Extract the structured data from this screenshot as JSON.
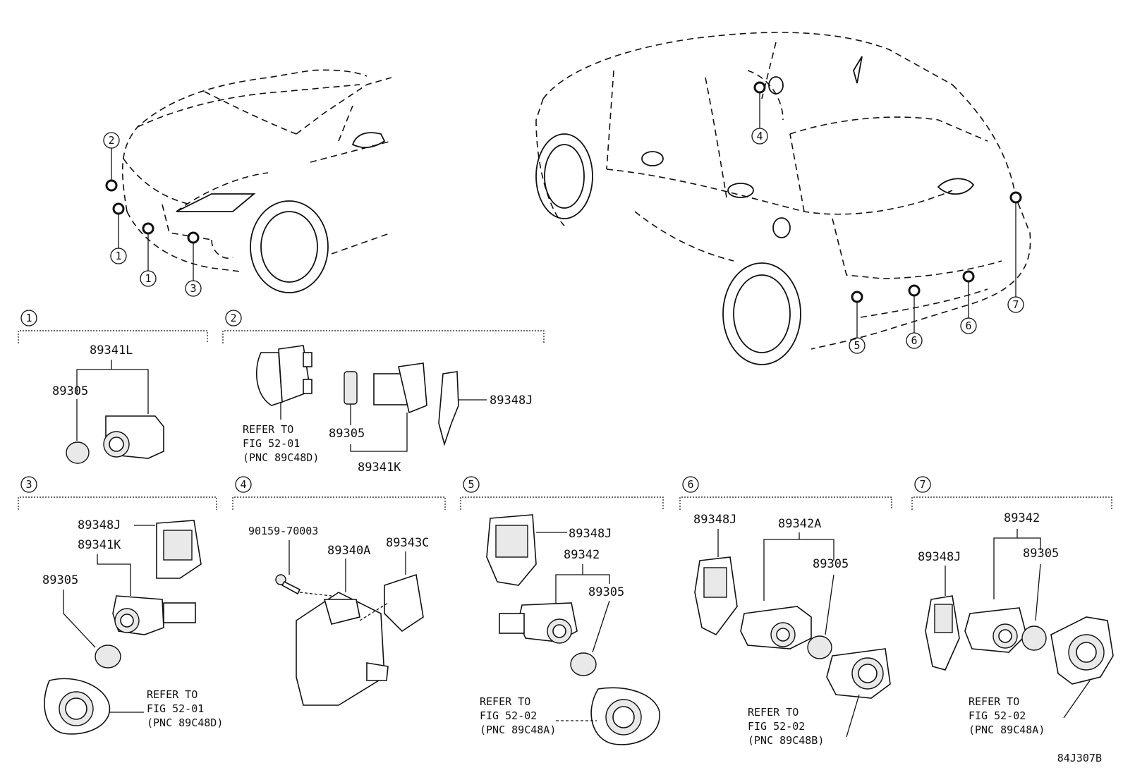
{
  "figure_code": "84J307B",
  "callouts": {
    "c1": "1",
    "c2": "2",
    "c3": "3",
    "c4": "4",
    "c5": "5",
    "c6": "6",
    "c7": "7"
  },
  "groups": {
    "g1": {
      "number": "1",
      "parent": "89341L",
      "parts": [
        "89305"
      ]
    },
    "g2": {
      "number": "2",
      "parent": "89341K",
      "parts": [
        "89305",
        "89348J"
      ],
      "refer": [
        "REFER TO",
        "FIG 52-01",
        "(PNC 89C48D)"
      ]
    },
    "g3": {
      "number": "3",
      "parts": [
        "89348J",
        "89341K",
        "89305"
      ],
      "refer": [
        "REFER TO",
        "FIG 52-01",
        "(PNC 89C48D)"
      ]
    },
    "g4": {
      "number": "4",
      "parts": [
        "90159-70003",
        "89340A",
        "89343C"
      ]
    },
    "g5": {
      "number": "5",
      "parts": [
        "89348J",
        "89342",
        "89305"
      ],
      "refer": [
        "REFER TO",
        "FIG 52-02",
        "(PNC 89C48A)"
      ]
    },
    "g6": {
      "number": "6",
      "parts": [
        "89348J",
        "89342A",
        "89305"
      ],
      "refer": [
        "REFER TO",
        "FIG 52-02",
        "(PNC 89C48B)"
      ]
    },
    "g7": {
      "number": "7",
      "parts": [
        "89342",
        "89348J",
        "89305"
      ],
      "refer": [
        "REFER TO",
        "FIG 52-02",
        "(PNC 89C48A)"
      ]
    }
  }
}
